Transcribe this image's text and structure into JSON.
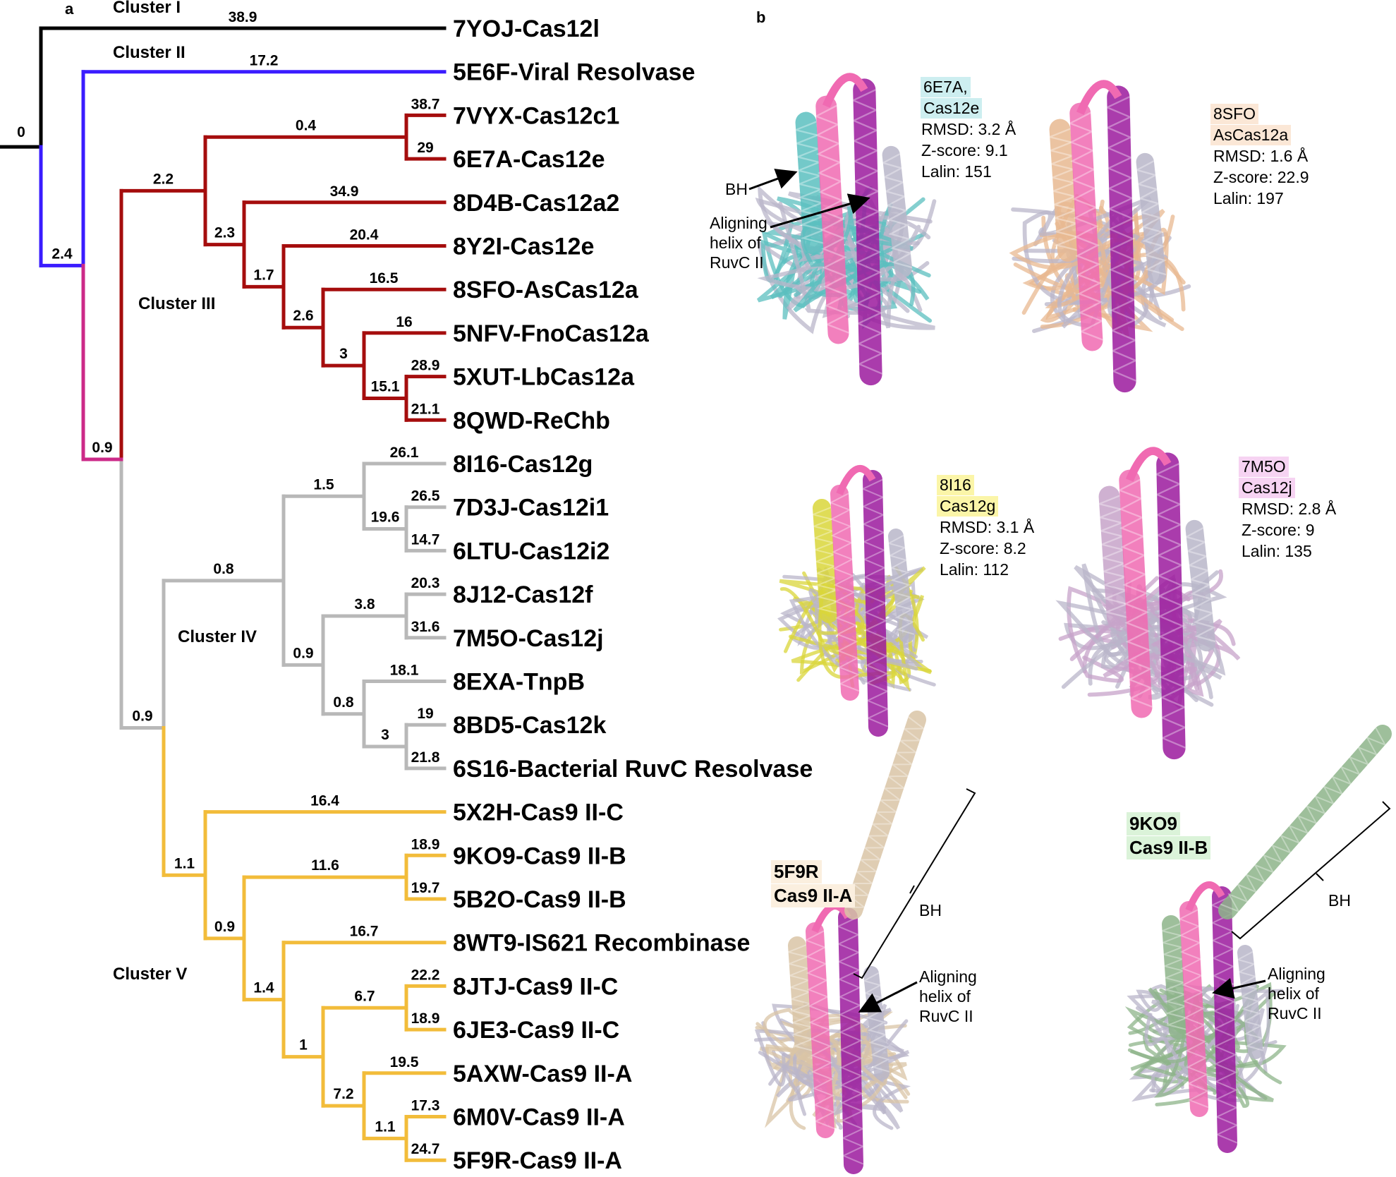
{
  "panel_a": {
    "panel_letter": "a",
    "clusters": {
      "c1": "Cluster I",
      "c2": "Cluster II",
      "c3": "Cluster III",
      "c4": "Cluster IV",
      "c5": "Cluster V"
    },
    "branch_colors": {
      "cluster_I": "#000000",
      "cluster_II": "#3a1cff",
      "cluster_III": "#a50d0d",
      "cluster_mid": "#cc2a88",
      "cluster_IV": "#b8b8b8",
      "cluster_V": "#f2bc3a"
    },
    "leaves": [
      {
        "label": "7YOJ-Cas12l",
        "branch": "38.9",
        "cluster": "I"
      },
      {
        "label": "5E6F-Viral Resolvase",
        "branch": "17.2",
        "cluster": "II"
      },
      {
        "label": "7VYX-Cas12c1",
        "branch": "38.7",
        "cluster": "III"
      },
      {
        "label": "6E7A-Cas12e",
        "branch": "29",
        "cluster": "III"
      },
      {
        "label": "8D4B-Cas12a2",
        "branch": "34.9",
        "cluster": "III"
      },
      {
        "label": "8Y2I-Cas12e",
        "branch": "20.4",
        "cluster": "III"
      },
      {
        "label": "8SFO-AsCas12a",
        "branch": "16.5",
        "cluster": "III"
      },
      {
        "label": "5NFV-FnoCas12a",
        "branch": "16",
        "cluster": "III"
      },
      {
        "label": "5XUT-LbCas12a",
        "branch": "28.9",
        "cluster": "III"
      },
      {
        "label": "8QWD-ReChb",
        "branch": "21.1",
        "cluster": "III"
      },
      {
        "label": "8I16-Cas12g",
        "branch": "26.1",
        "cluster": "IV"
      },
      {
        "label": "7D3J-Cas12i1",
        "branch": "26.5",
        "cluster": "IV"
      },
      {
        "label": "6LTU-Cas12i2",
        "branch": "14.7",
        "cluster": "IV"
      },
      {
        "label": "8J12-Cas12f",
        "branch": "20.3",
        "cluster": "IV"
      },
      {
        "label": "7M5O-Cas12j",
        "branch": "31.6",
        "cluster": "IV"
      },
      {
        "label": "8EXA-TnpB",
        "branch": "18.1",
        "cluster": "IV"
      },
      {
        "label": "8BD5-Cas12k",
        "branch": "19",
        "cluster": "IV"
      },
      {
        "label": "6S16-Bacterial RuvC Resolvase",
        "branch": "21.8",
        "cluster": "IV"
      },
      {
        "label": "5X2H-Cas9 II-C",
        "branch": "16.4",
        "cluster": "V"
      },
      {
        "label": "9KO9-Cas9 II-B",
        "branch": "18.9",
        "cluster": "V"
      },
      {
        "label": "5B2O-Cas9 II-B",
        "branch": "19.7",
        "cluster": "V"
      },
      {
        "label": "8WT9-IS621 Recombinase",
        "branch": "16.7",
        "cluster": "V"
      },
      {
        "label": "8JTJ-Cas9 II-C",
        "branch": "22.2",
        "cluster": "V"
      },
      {
        "label": "6JE3-Cas9 II-C",
        "branch": "18.9",
        "cluster": "V"
      },
      {
        "label": "5AXW-Cas9 II-A",
        "branch": "19.5",
        "cluster": "V"
      },
      {
        "label": "6M0V-Cas9 II-A",
        "branch": "17.3",
        "cluster": "V"
      },
      {
        "label": "5F9R-Cas9 II-A",
        "branch": "24.7",
        "cluster": "V"
      }
    ],
    "internal_nodes": [
      {
        "id": "root",
        "value": "0"
      },
      {
        "id": "n_I_rest",
        "value": "2.4"
      },
      {
        "id": "n_II_rest",
        "value": "0.9"
      },
      {
        "id": "n_III",
        "value": "2.2"
      },
      {
        "id": "n_VYX_E7A_parent",
        "value": "0.4"
      },
      {
        "id": "n_D4B_rest",
        "value": "2.3"
      },
      {
        "id": "n_Y2I_rest",
        "value": "1.7"
      },
      {
        "id": "n_SFO_rest",
        "value": "2.6"
      },
      {
        "id": "n_NFV_rest",
        "value": "3"
      },
      {
        "id": "n_XUT_QWD",
        "value": "15.1"
      },
      {
        "id": "n_IV_V",
        "value": "0.9"
      },
      {
        "id": "n_IV",
        "value": "0.8"
      },
      {
        "id": "n_I16_group",
        "value": "1.5"
      },
      {
        "id": "n_D3J_LTU",
        "value": "19.6"
      },
      {
        "id": "n_J12_rest",
        "value": "0.9"
      },
      {
        "id": "n_J12_M5O",
        "value": "3.8"
      },
      {
        "id": "n_EXA_rest",
        "value": "0.8"
      },
      {
        "id": "n_BD5_S16",
        "value": "3"
      },
      {
        "id": "n_V",
        "value": "1.1"
      },
      {
        "id": "n_V_rest",
        "value": "0.9"
      },
      {
        "id": "n_KO9_B2O",
        "value": "11.6"
      },
      {
        "id": "n_WT9_rest",
        "value": "1.4"
      },
      {
        "id": "n_JTJ_rest",
        "value": "1"
      },
      {
        "id": "n_JTJ_JE3",
        "value": "6.7"
      },
      {
        "id": "n_AXW_rest",
        "value": "7.2"
      },
      {
        "id": "n_M0V_F9R",
        "value": "1.1"
      }
    ]
  },
  "panel_b": {
    "panel_letter": "b",
    "shared": {
      "bh": "BH",
      "aligning_1": "Aligning",
      "aligning_2": "helix of",
      "aligning_3": "RuvC II"
    },
    "structures": [
      {
        "id": "6E7A",
        "title1": "6E7A,",
        "title2": "Cas12e",
        "highlight": "#cdeef0",
        "rmsd": "RMSD: 3.2 Å",
        "z": "Z-score: 9.1",
        "lalin": "Lalin: 151",
        "color": "#5bbfbf"
      },
      {
        "id": "8SFO",
        "title1": "8SFO",
        "title2": "AsCas12a",
        "highlight": "#fbe7d6",
        "rmsd": "RMSD: 1.6 Å",
        "z": "Z-score: 22.9",
        "lalin": "Lalin: 197",
        "color": "#e8b890"
      },
      {
        "id": "8I16",
        "title1": "8I16",
        "title2": "Cas12g",
        "highlight": "#fbf5a8",
        "rmsd": "RMSD: 3.1 Å",
        "z": "Z-score: 8.2",
        "lalin": "Lalin: 112",
        "color": "#d9d63a"
      },
      {
        "id": "7M5O",
        "title1": "7M5O",
        "title2": "Cas12j",
        "highlight": "#f6d3f2",
        "rmsd": "RMSD: 2.8 Å",
        "z": "Z-score: 9",
        "lalin": "Lalin: 135",
        "color": "#c7a3c9"
      },
      {
        "id": "5F9R",
        "title1": "5F9R",
        "title2": "Cas9 II-A",
        "highlight": "#fbefdf",
        "color": "#d9c4a6"
      },
      {
        "id": "9KO9",
        "title1": "9KO9",
        "title2": "Cas9 II-B",
        "highlight": "#dbf3d9",
        "color": "#8db48a"
      }
    ]
  }
}
